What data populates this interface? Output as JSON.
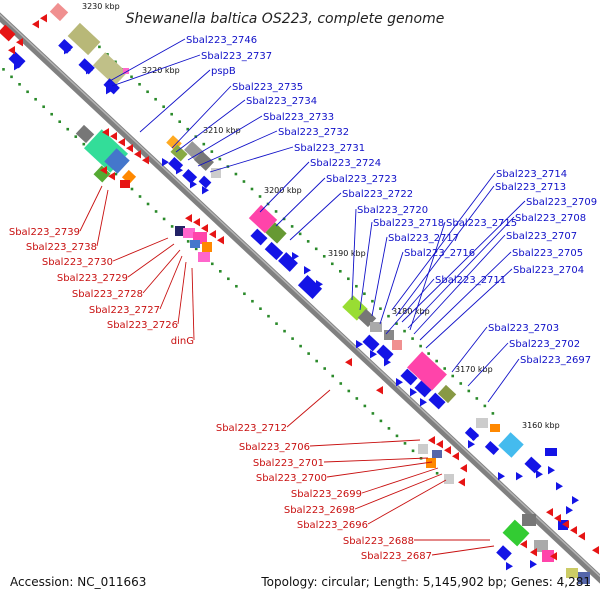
{
  "title": "Shewanella baltica OS223, complete genome",
  "footer": {
    "accession": "Accession: NC_011663",
    "summary": "Topology: circular; Length: 5,145,902 bp; Genes: 4,281"
  },
  "colors": {
    "plus_strand_gene": "#1414e6",
    "minus_strand_gene": "#e61414",
    "backbone": "#808080",
    "label_plus": "#1010c8",
    "label_minus": "#c81010",
    "tick_dots": "#2a8a2a"
  },
  "kbp_ticks": [
    "3230 kbp",
    "3220 kbp",
    "3210 kbp",
    "3200 kbp",
    "3190 kbp",
    "3180 kbp",
    "3170 kbp",
    "3160 kbp"
  ],
  "plus_labels": [
    "Sbal223_2746",
    "Sbal223_2737",
    "pspB",
    "Sbal223_2735",
    "Sbal223_2734",
    "Sbal223_2733",
    "Sbal223_2732",
    "Sbal223_2731",
    "Sbal223_2724",
    "Sbal223_2723",
    "Sbal223_2722",
    "Sbal223_2720",
    "Sbal223_2718",
    "Sbal223_2715",
    "Sbal223_2717",
    "Sbal223_2716",
    "Sbal223_2714",
    "Sbal223_2713",
    "Sbal223_2709",
    "Sbal223_2708",
    "Sbal223_2707",
    "Sbal223_2705",
    "Sbal223_2704",
    "Sbal223_2711",
    "Sbal223_2703",
    "Sbal223_2702",
    "Sbal223_2697"
  ],
  "minus_labels": [
    "Sbal223_2739",
    "Sbal223_2738",
    "Sbal223_2730",
    "Sbal223_2729",
    "Sbal223_2728",
    "Sbal223_2727",
    "Sbal223_2726",
    "dinG",
    "Sbal223_2712",
    "Sbal223_2706",
    "Sbal223_2701",
    "Sbal223_2700",
    "Sbal223_2699",
    "Sbal223_2698",
    "Sbal223_2696",
    "Sbal223_2688",
    "Sbal223_2687"
  ]
}
